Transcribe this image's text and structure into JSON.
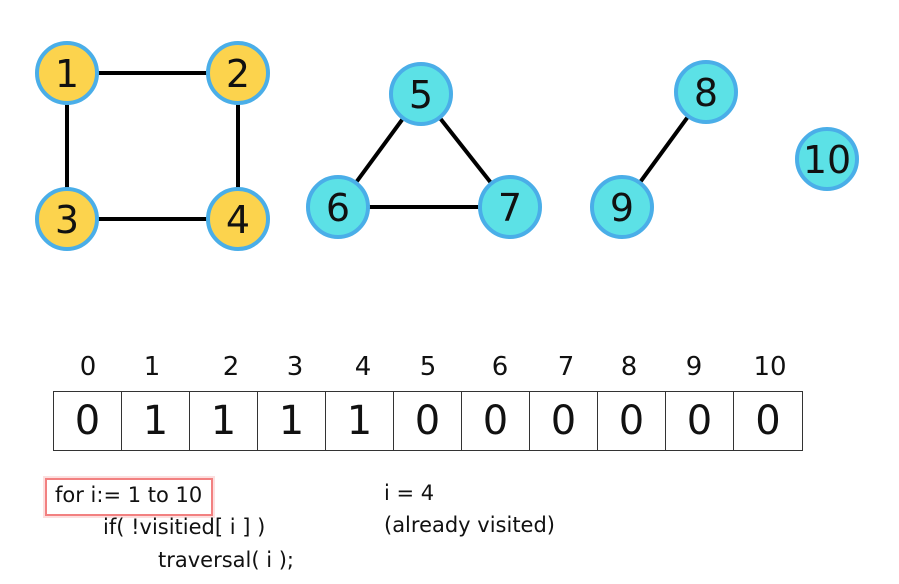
{
  "graph": {
    "colors": {
      "visited": "#fcd34d",
      "unvisited": "#5ce1e6",
      "border": "#4aaee8",
      "edge": "#000000"
    },
    "nodes": [
      {
        "label": "1",
        "visited": true
      },
      {
        "label": "2",
        "visited": true
      },
      {
        "label": "3",
        "visited": true
      },
      {
        "label": "4",
        "visited": true
      },
      {
        "label": "5",
        "visited": false
      },
      {
        "label": "6",
        "visited": false
      },
      {
        "label": "7",
        "visited": false
      },
      {
        "label": "8",
        "visited": false
      },
      {
        "label": "9",
        "visited": false
      },
      {
        "label": "10",
        "visited": false
      }
    ],
    "edges": [
      [
        "1",
        "2"
      ],
      [
        "1",
        "3"
      ],
      [
        "2",
        "4"
      ],
      [
        "3",
        "4"
      ],
      [
        "5",
        "6"
      ],
      [
        "5",
        "7"
      ],
      [
        "6",
        "7"
      ],
      [
        "8",
        "9"
      ]
    ]
  },
  "visited_array": {
    "indices": [
      "0",
      "1",
      "2",
      "3",
      "4",
      "5",
      "6",
      "7",
      "8",
      "9",
      "10"
    ],
    "values": [
      "0",
      "1",
      "1",
      "1",
      "1",
      "0",
      "0",
      "0",
      "0",
      "0",
      "0"
    ]
  },
  "code": {
    "line1": "for i:= 1 to 10",
    "line2": "if( !visitied[ i ] )",
    "line3": "traversal( i );"
  },
  "status": {
    "current": "i = 4",
    "note": "(already visited)"
  }
}
